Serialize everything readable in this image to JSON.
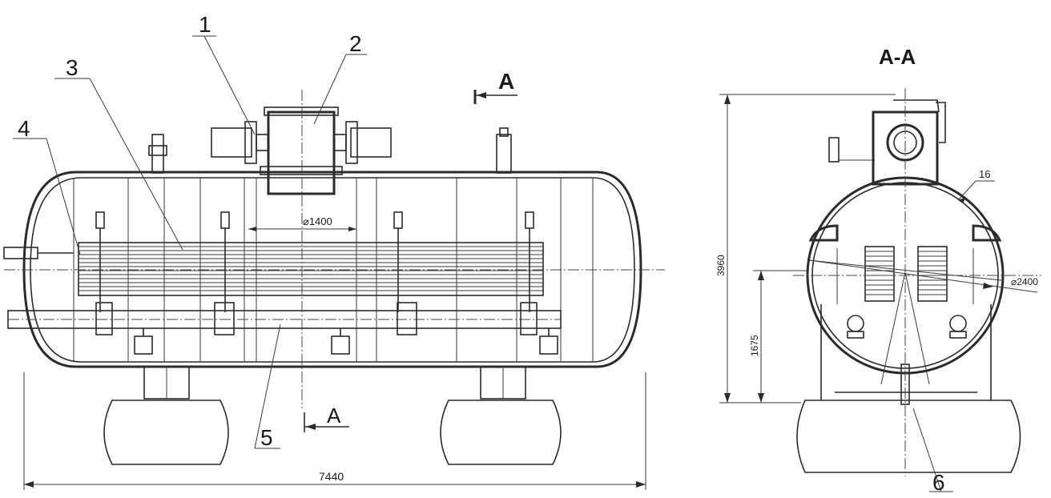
{
  "callouts": {
    "c1": "1",
    "c2": "2",
    "c3": "3",
    "c4": "4",
    "c5": "5",
    "c6": "6",
    "c16": "16"
  },
  "section": {
    "marker_top": "A",
    "marker_bottom": "A",
    "title": "A-A"
  },
  "dimensions": {
    "length": "7440",
    "diameter_pipe": "⌀1400",
    "height": "3960",
    "axis_height": "1675",
    "diameter_shell": "⌀2400"
  },
  "colors": {
    "line": "#2b2b2b",
    "background": "#ffffff"
  }
}
